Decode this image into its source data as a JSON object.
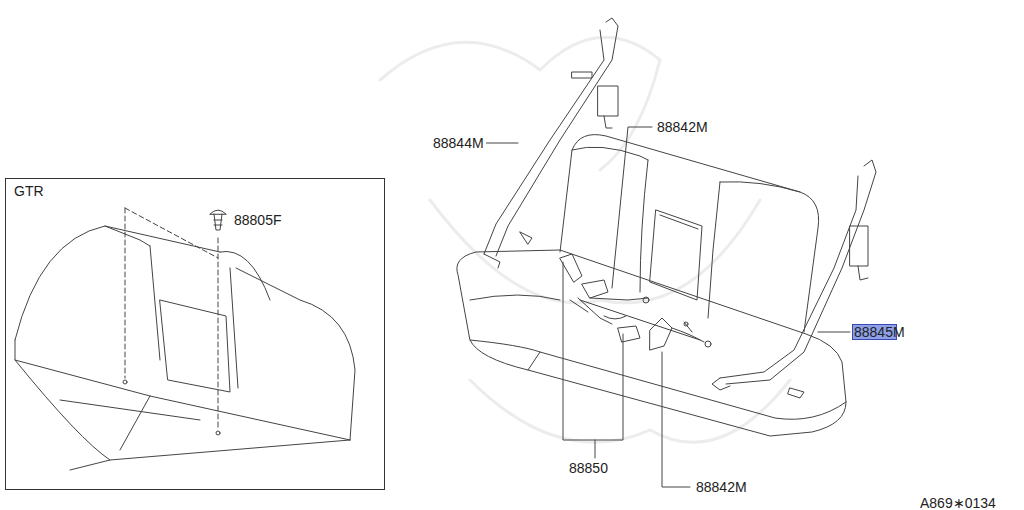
{
  "diagram": {
    "nodes": [
      {
        "text": [
          "GTR"
        ]
      }
    ],
    "labels": [
      "88844M",
      "88842M",
      "88845M",
      "88850",
      "88842M",
      "88805F",
      "A869∗0134"
    ]
  }
}
